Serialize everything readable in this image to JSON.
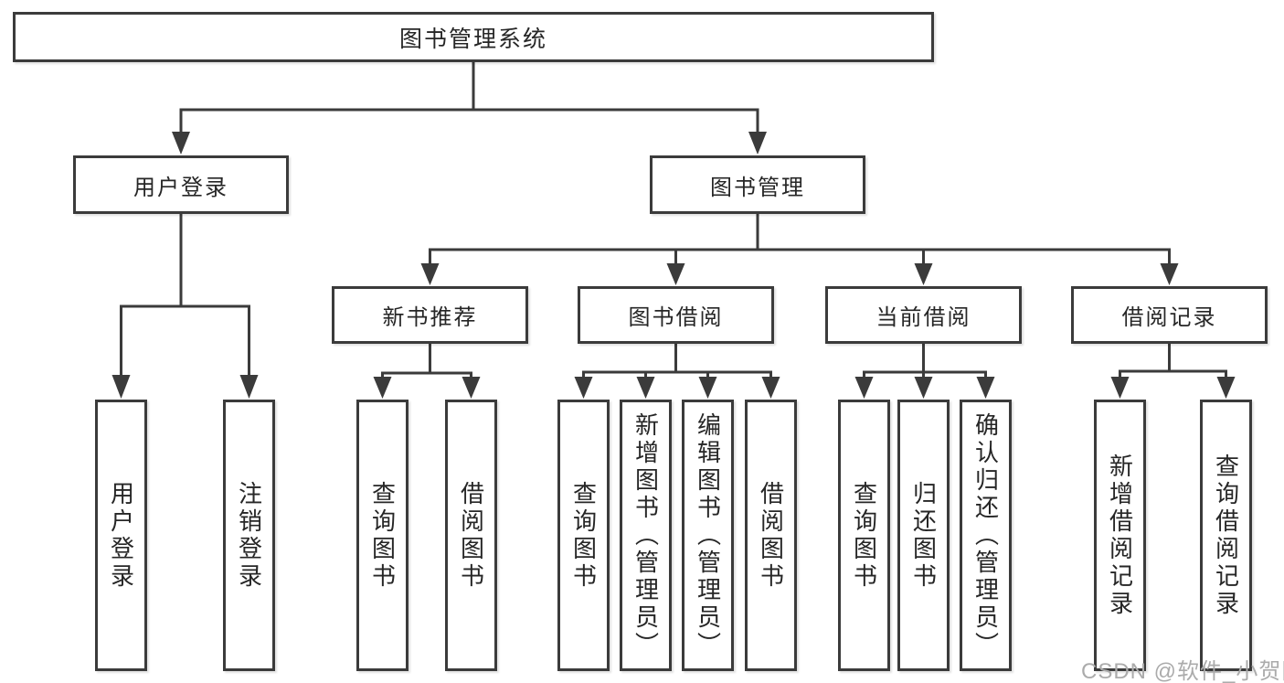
{
  "title": "图书管理系统",
  "watermark": "CSDN @软件_小贺同学",
  "colors": {
    "line": "#3b3b3b",
    "text": "#262626",
    "watermark": "#ababab"
  },
  "level2": [
    {
      "label": "用户登录"
    },
    {
      "label": "图书管理"
    }
  ],
  "level3": [
    {
      "label": "新书推荐"
    },
    {
      "label": "图书借阅"
    },
    {
      "label": "当前借阅"
    },
    {
      "label": "借阅记录"
    }
  ],
  "leaves": [
    {
      "label": "用户登录"
    },
    {
      "label": "注销登录"
    },
    {
      "label": "查询图书"
    },
    {
      "label": "借阅图书"
    },
    {
      "label": "查询图书"
    },
    {
      "label": "新增图书（管理员）"
    },
    {
      "label": "编辑图书（管理员）"
    },
    {
      "label": "借阅图书"
    },
    {
      "label": "查询图书"
    },
    {
      "label": "归还图书"
    },
    {
      "label": "确认归还（管理员）"
    },
    {
      "label": "新增借阅记录"
    },
    {
      "label": "查询借阅记录"
    }
  ]
}
